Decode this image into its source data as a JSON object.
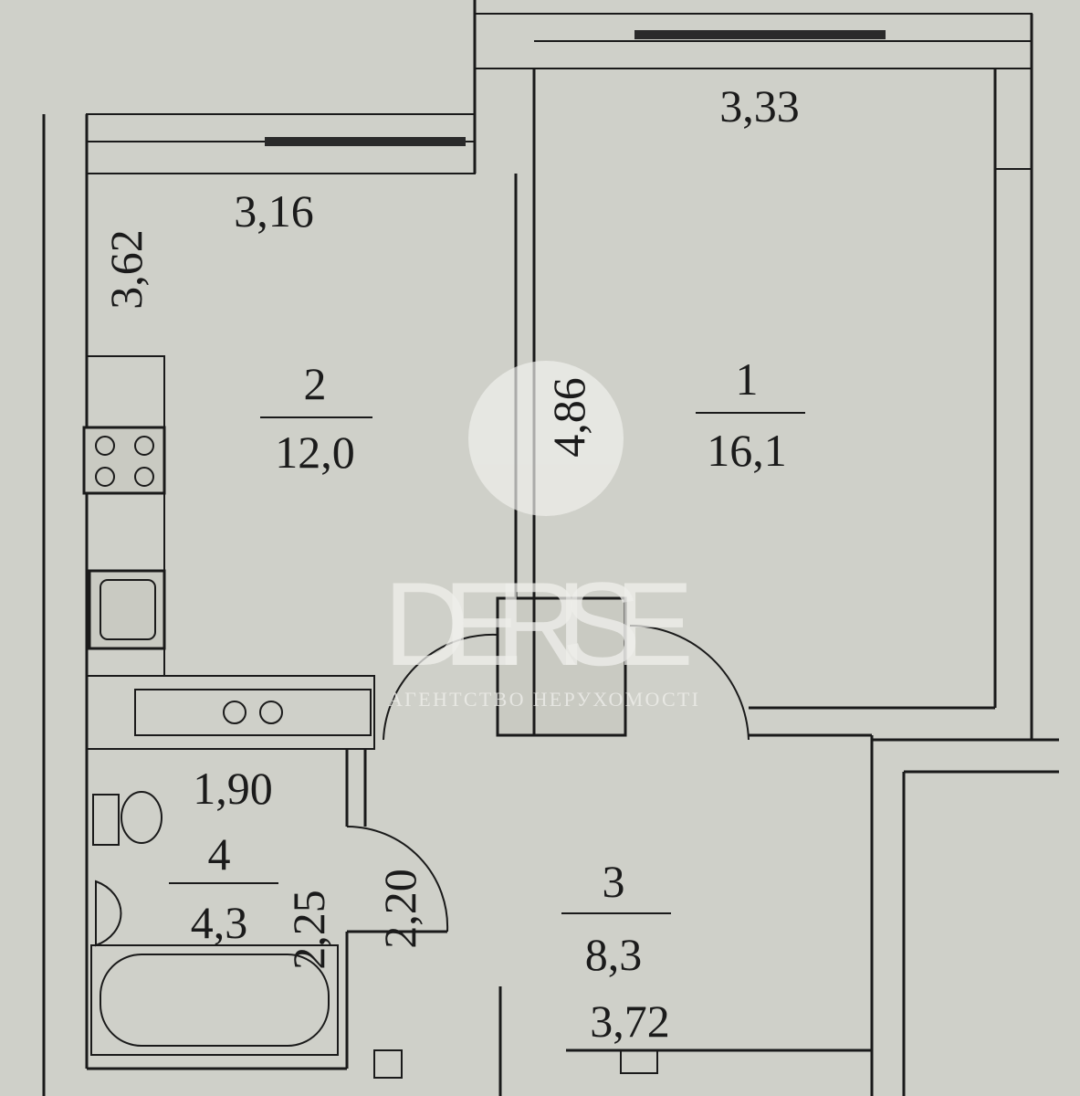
{
  "rooms": [
    {
      "number": "1",
      "area": "16,1"
    },
    {
      "number": "2",
      "area": "12,0"
    },
    {
      "number": "3",
      "area": "8,3"
    },
    {
      "number": "4",
      "area": "4,3"
    }
  ],
  "dimensions": {
    "room1_width": "3,33",
    "room2_width": "3,16",
    "room2_depth": "3,62",
    "partition_length": "4,86",
    "bath_width": "1,90",
    "bath_depth": "2,25",
    "hall_depth": "2,20",
    "hall_width": "3,72"
  },
  "watermark": {
    "brand": "DERISE",
    "tagline": "АГЕНТСТВО НЕРУХОМОСТІ"
  }
}
